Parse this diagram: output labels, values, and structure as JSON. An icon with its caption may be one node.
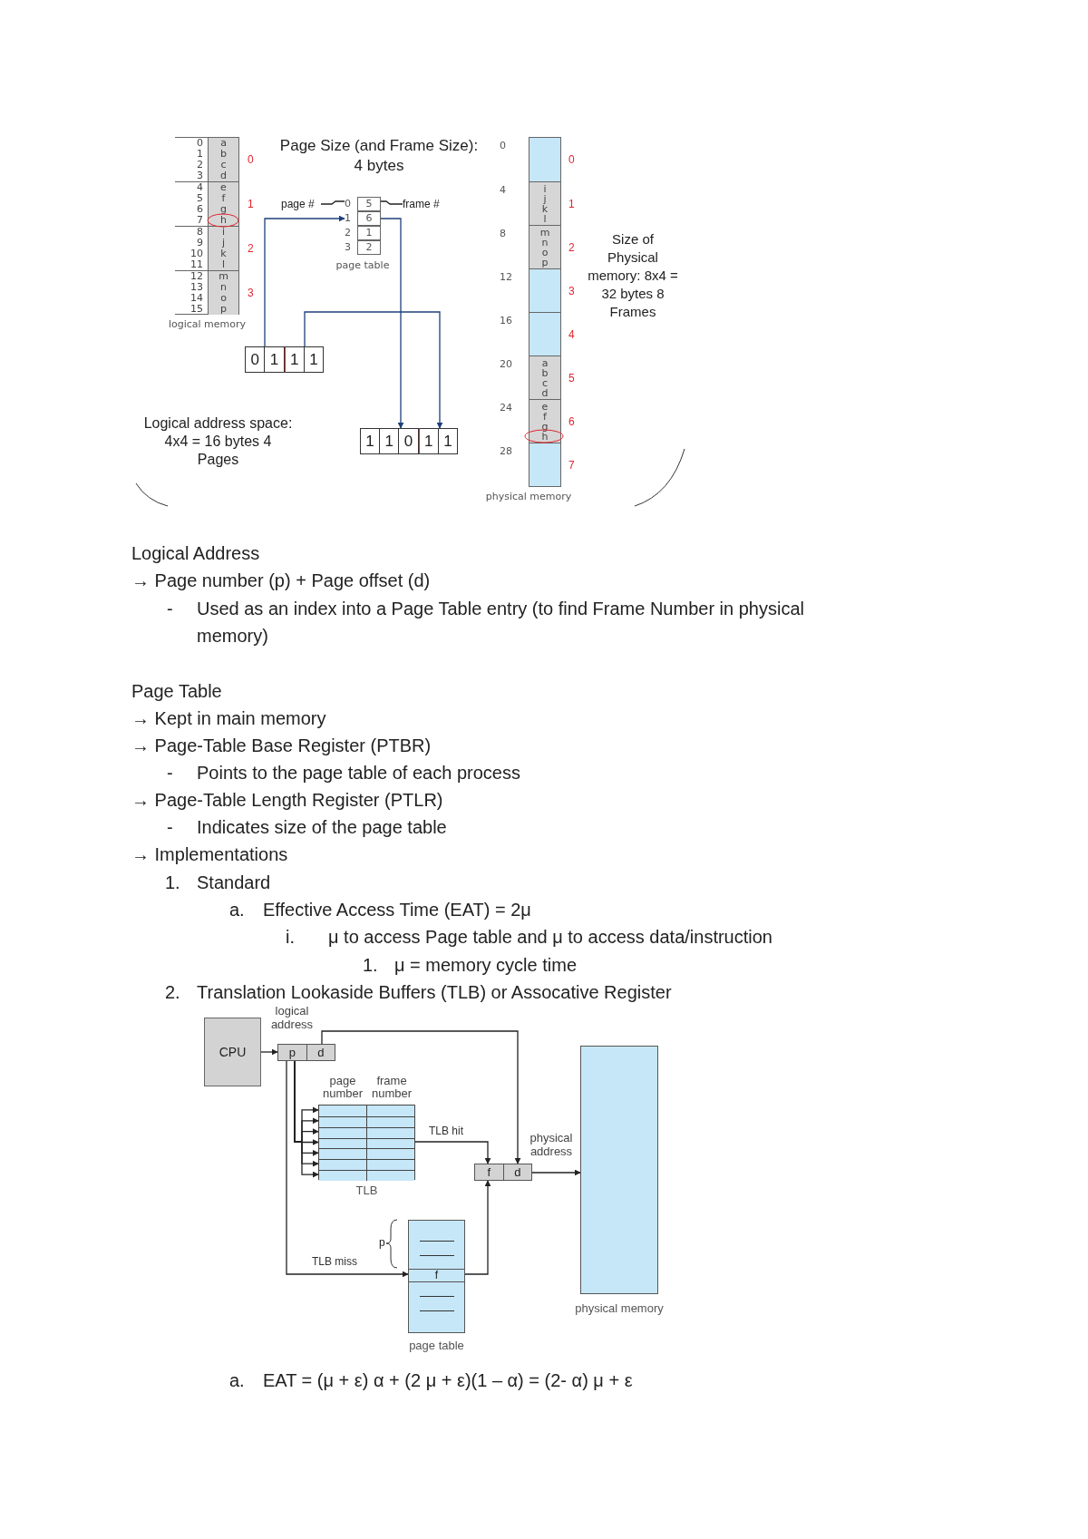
{
  "diagram": {
    "nodes": [
      {
        "text": [
          "logical memory"
        ]
      },
      {
        "text": [
          "0",
          "1",
          "2",
          "3",
          "a",
          "b",
          "c",
          "d"
        ],
        "in": 0,
        "beside": [
          "0"
        ]
      },
      {
        "text": [
          "4",
          "5",
          "6",
          "7",
          "e",
          "f",
          "g",
          "h"
        ],
        "in": 0,
        "beside": [
          "1"
        ]
      },
      {
        "text": [
          "8",
          "9",
          "10",
          "11",
          "i",
          "j",
          "k",
          "l"
        ],
        "in": 0,
        "beside": [
          "2"
        ]
      },
      {
        "text": [
          "12",
          "13",
          "14",
          "15",
          "m",
          "n",
          "o",
          "p"
        ],
        "in": 0,
        "beside": [
          "3"
        ]
      },
      {
        "text": [
          "page #"
        ]
      },
      {
        "text": [
          "frame #"
        ]
      },
      {
        "text": [
          "page table"
        ]
      },
      {
        "text": [
          "0",
          "5"
        ],
        "in": 7
      },
      {
        "text": [
          "1",
          "6"
        ],
        "in": 7
      },
      {
        "text": [
          "2",
          "1"
        ],
        "in": 7
      },
      {
        "text": [
          "3",
          "2"
        ],
        "in": 7
      },
      {
        "text": [
          "0",
          "1",
          "1",
          "1"
        ]
      },
      {
        "text": [
          "1",
          "1",
          "0",
          "1",
          "1"
        ]
      },
      {
        "text": [
          "physical memory"
        ]
      },
      {
        "text": [],
        "shape": "box",
        "in": 14,
        "beside": [
          "0",
          "0"
        ]
      },
      {
        "text": [
          "i",
          "j",
          "k",
          "l"
        ],
        "in": 14,
        "beside": [
          "4",
          "1"
        ]
      },
      {
        "text": [
          "m",
          "n",
          "o",
          "p"
        ],
        "in": 14,
        "beside": [
          "8",
          "2"
        ]
      },
      {
        "text": [],
        "shape": "box",
        "in": 14,
        "beside": [
          "12",
          "3"
        ]
      },
      {
        "text": [],
        "shape": "box",
        "in": 14,
        "beside": [
          "16",
          "4"
        ]
      },
      {
        "text": [
          "a",
          "b",
          "c",
          "d"
        ],
        "in": 14,
        "beside": [
          "20",
          "5"
        ]
      },
      {
        "text": [
          "e",
          "f",
          "g",
          "h"
        ],
        "in": 14,
        "beside": [
          "24",
          "6"
        ]
      },
      {
        "text": [],
        "shape": "box",
        "in": 14,
        "beside": [
          "28",
          "7"
        ]
      },
      {
        "text": [
          "CPU"
        ]
      },
      {
        "text": [
          "p",
          "d"
        ],
        "beside": [
          "logical address"
        ]
      },
      {
        "text": [
          "page number",
          "frame number",
          "TLB"
        ]
      },
      {
        "text": [],
        "shape": "box",
        "in": 25
      },
      {
        "text": [],
        "shape": "box",
        "in": 25
      },
      {
        "text": [],
        "shape": "box",
        "in": 25
      },
      {
        "text": [],
        "shape": "box",
        "in": 25
      },
      {
        "text": [],
        "shape": "box",
        "in": 25
      },
      {
        "text": [],
        "shape": "box",
        "in": 25
      },
      {
        "text": [],
        "shape": "box",
        "in": 25
      },
      {
        "text": [
          "f",
          "d"
        ],
        "beside": [
          "physical address"
        ]
      },
      {
        "text": [
          "page table"
        ]
      },
      {
        "text": [
          "f"
        ],
        "in": 34
      },
      {
        "text": [
          "physical memory"
        ]
      }
    ],
    "edges": [
      {
        "from": 12,
        "to": 9,
        "arrow": "to",
        "color": "#1f3f7a"
      },
      {
        "from": 12,
        "to": 13,
        "arrow": "to",
        "color": "#1f3f7a"
      },
      {
        "from": 9,
        "to": 13,
        "arrow": "to",
        "color": "#1f3f7a"
      },
      {
        "from": 5,
        "to": 8,
        "arrow": "none"
      },
      {
        "from": 6,
        "to": 8,
        "arrow": "none"
      },
      {
        "from": 23,
        "to": 24,
        "arrow": "to"
      },
      {
        "from": 24,
        "to": 26,
        "arrow": "to"
      },
      {
        "from": 24,
        "to": 27,
        "arrow": "to"
      },
      {
        "from": 24,
        "to": 28,
        "arrow": "to"
      },
      {
        "from": 24,
        "to": 29,
        "arrow": "to"
      },
      {
        "from": 24,
        "to": 30,
        "arrow": "to"
      },
      {
        "from": 24,
        "to": 31,
        "arrow": "to"
      },
      {
        "from": 24,
        "to": 32,
        "arrow": "to"
      },
      {
        "from": 24,
        "to": 33,
        "arrow": "to"
      },
      {
        "from": 25,
        "to": 33,
        "arrow": "to",
        "label": "TLB hit"
      },
      {
        "from": 24,
        "to": 35,
        "arrow": "to",
        "label": "TLB miss"
      },
      {
        "from": 35,
        "to": 33,
        "arrow": "to"
      },
      {
        "from": 33,
        "to": 36,
        "arrow": "to"
      }
    ],
    "labels": [
      "Page Size (and Frame Size): 4 bytes",
      "Logical address space: 4x4 = 16 bytes 4 Pages",
      "Size of Physical memory: 8x4 = 32 bytes 8 Frames",
      "Logical Address",
      "→ Page number (p) + Page offset (d)",
      "-",
      "Used as an index into a Page Table entry (to find Frame Number in physical memory)",
      "Page Table",
      "→ Kept in main memory",
      "→ Page-Table Base Register (PTBR)",
      "-",
      "Points to the page table of each process",
      "→ Page-Table Length Register (PTLR)",
      "-",
      "Indicates size of the page table",
      "→ Implementations",
      "1.",
      "Standard",
      "a.",
      "Effective Access Time (EAT) = 2μ",
      "i.",
      "μ to access Page table and μ to access data/instruction",
      "1.",
      "μ = memory cycle time",
      "2.",
      "Translation Lookaside Buffers (TLB) or Assocative Register",
      "p",
      "a.",
      "EAT =  (μ + ε) α + (2 μ + ε)(1 – α) =  (2- α) μ + ε"
    ]
  }
}
